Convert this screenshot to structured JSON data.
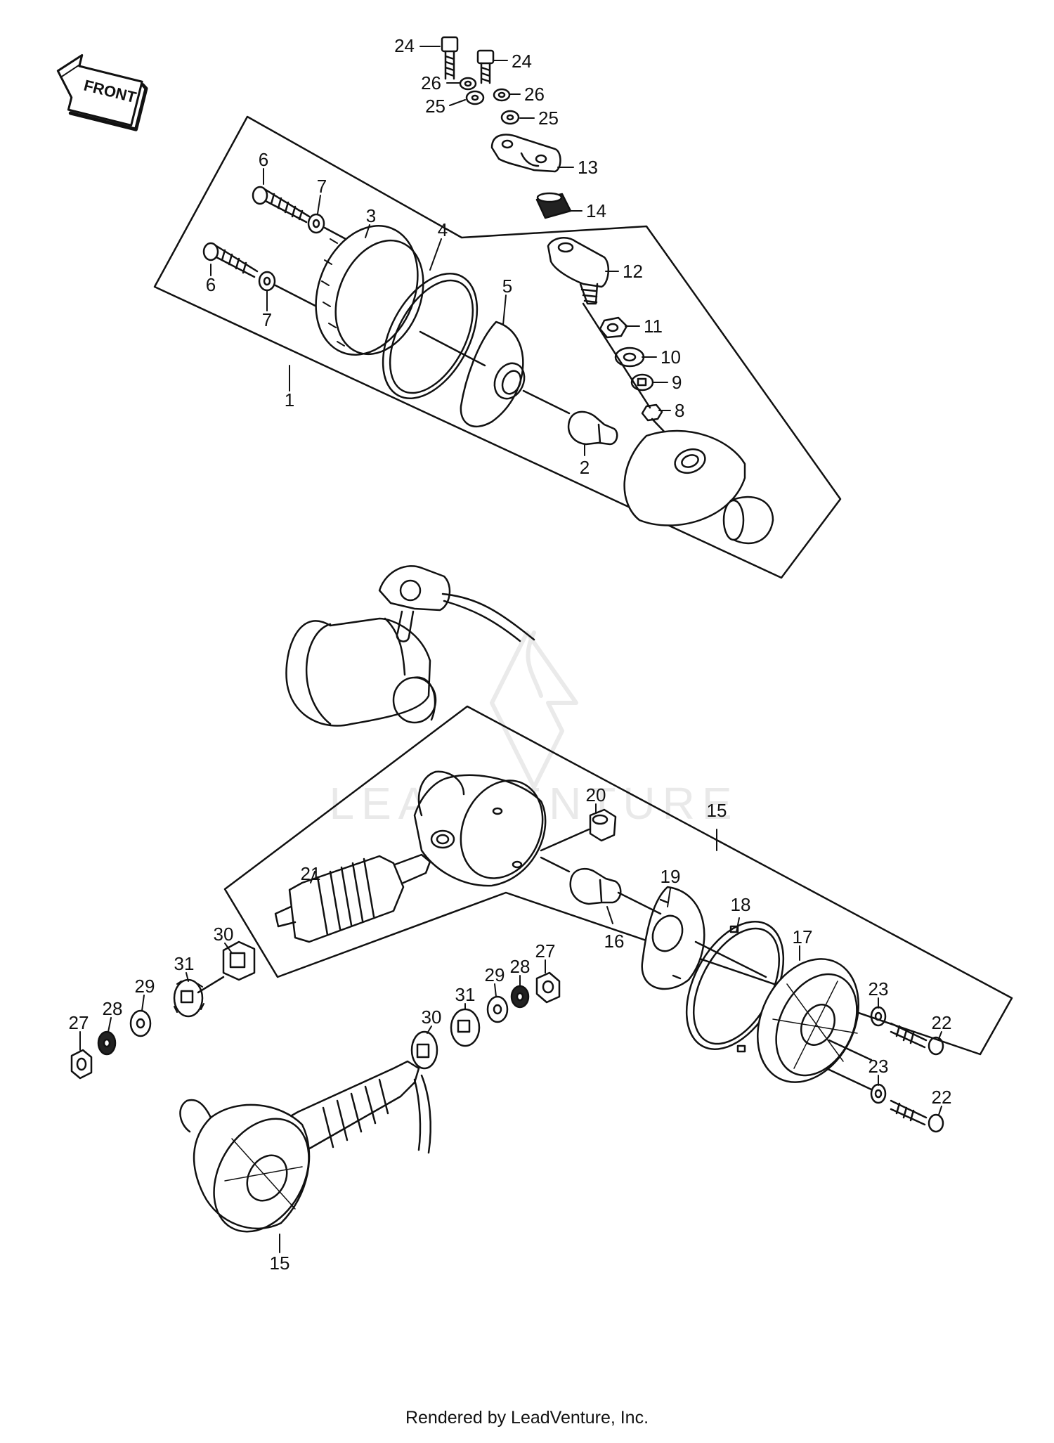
{
  "orientation_badge": {
    "text": "FRONT"
  },
  "watermark": {
    "text": "LEADVENTURE"
  },
  "footer": {
    "text": "Rendered by LeadVenture, Inc."
  },
  "callouts": [
    {
      "id": "c24a",
      "text": "24"
    },
    {
      "id": "c24b",
      "text": "24"
    },
    {
      "id": "c26a",
      "text": "26"
    },
    {
      "id": "c26b",
      "text": "26"
    },
    {
      "id": "c25a",
      "text": "25"
    },
    {
      "id": "c25b",
      "text": "25"
    },
    {
      "id": "c13",
      "text": "13"
    },
    {
      "id": "c14",
      "text": "14"
    },
    {
      "id": "c12",
      "text": "12"
    },
    {
      "id": "c11",
      "text": "11"
    },
    {
      "id": "c10",
      "text": "10"
    },
    {
      "id": "c9",
      "text": "9"
    },
    {
      "id": "c8",
      "text": "8"
    },
    {
      "id": "c6a",
      "text": "6"
    },
    {
      "id": "c7a",
      "text": "7"
    },
    {
      "id": "c3",
      "text": "3"
    },
    {
      "id": "c4",
      "text": "4"
    },
    {
      "id": "c5",
      "text": "5"
    },
    {
      "id": "c6b",
      "text": "6"
    },
    {
      "id": "c7b",
      "text": "7"
    },
    {
      "id": "c1",
      "text": "1"
    },
    {
      "id": "c2",
      "text": "2"
    },
    {
      "id": "c20",
      "text": "20"
    },
    {
      "id": "c15a",
      "text": "15"
    },
    {
      "id": "c21",
      "text": "21"
    },
    {
      "id": "c19",
      "text": "19"
    },
    {
      "id": "c18",
      "text": "18"
    },
    {
      "id": "c16",
      "text": "16"
    },
    {
      "id": "c17",
      "text": "17"
    },
    {
      "id": "c30a",
      "text": "30"
    },
    {
      "id": "c31a",
      "text": "31"
    },
    {
      "id": "c29a",
      "text": "29"
    },
    {
      "id": "c28a",
      "text": "28"
    },
    {
      "id": "c27a",
      "text": "27"
    },
    {
      "id": "c27b",
      "text": "27"
    },
    {
      "id": "c28b",
      "text": "28"
    },
    {
      "id": "c29b",
      "text": "29"
    },
    {
      "id": "c31b",
      "text": "31"
    },
    {
      "id": "c30b",
      "text": "30"
    },
    {
      "id": "c23a",
      "text": "23"
    },
    {
      "id": "c22a",
      "text": "22"
    },
    {
      "id": "c23b",
      "text": "23"
    },
    {
      "id": "c22b",
      "text": "22"
    },
    {
      "id": "c15b",
      "text": "15"
    }
  ]
}
